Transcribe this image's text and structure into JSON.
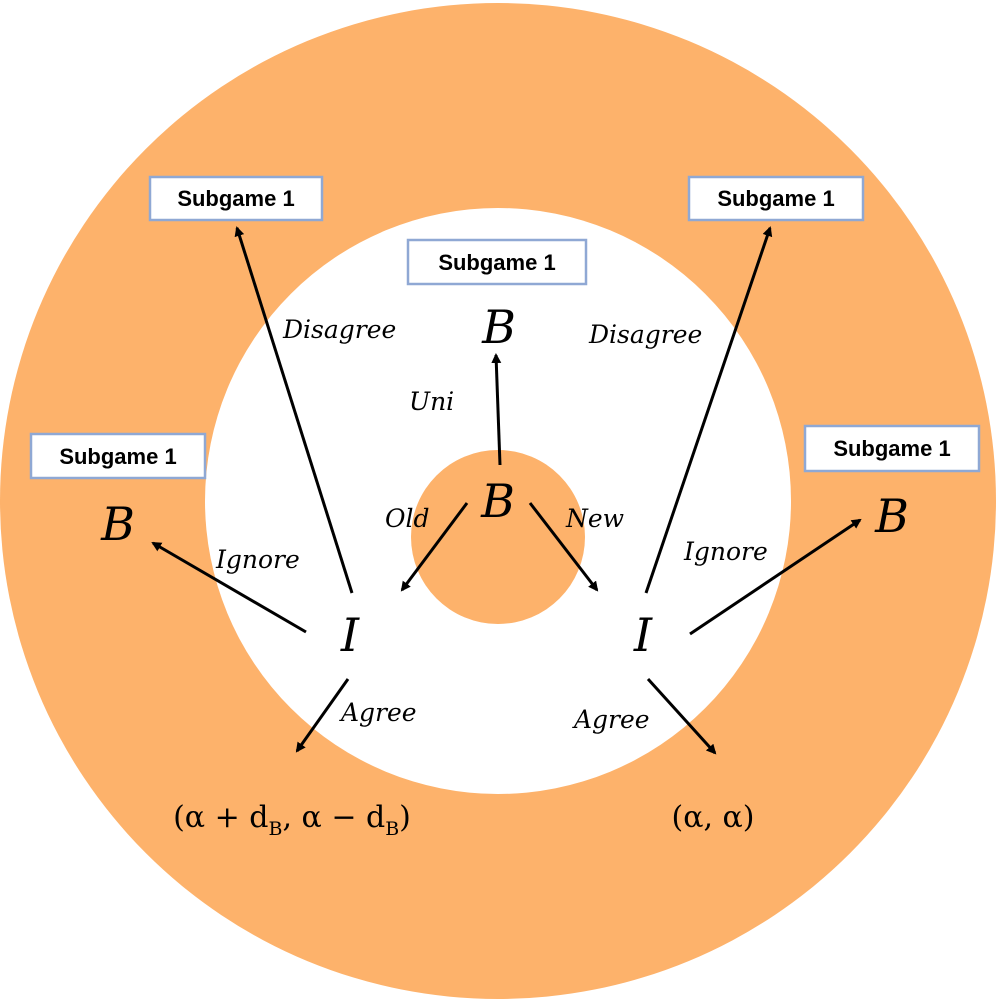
{
  "colors": {
    "ring": "#fdb26b",
    "background": "#ffffff",
    "box_border": "#8fa8d4",
    "ink": "#000000"
  },
  "nodes": {
    "center": "B",
    "uni_target": "B",
    "left_player": "I",
    "right_player": "I",
    "left_ignore_target": "B",
    "right_ignore_target": "B"
  },
  "edges": {
    "uni": "Uni",
    "old": "Old",
    "new": "New",
    "left_disagree": "Disagree",
    "right_disagree": "Disagree",
    "left_ignore": "Ignore",
    "right_ignore": "Ignore",
    "left_agree": "Agree",
    "right_agree": "Agree"
  },
  "payoffs": {
    "left": {
      "open": "(α + d",
      "sub1": "B",
      "mid": ", α − d",
      "sub2": "B",
      "close": ")"
    },
    "right": "(α, α)"
  },
  "subgames": {
    "top_center": "Subgame 1",
    "top_left": "Subgame 1",
    "top_right": "Subgame 1",
    "mid_left": "Subgame 1",
    "mid_right": "Subgame 1"
  }
}
